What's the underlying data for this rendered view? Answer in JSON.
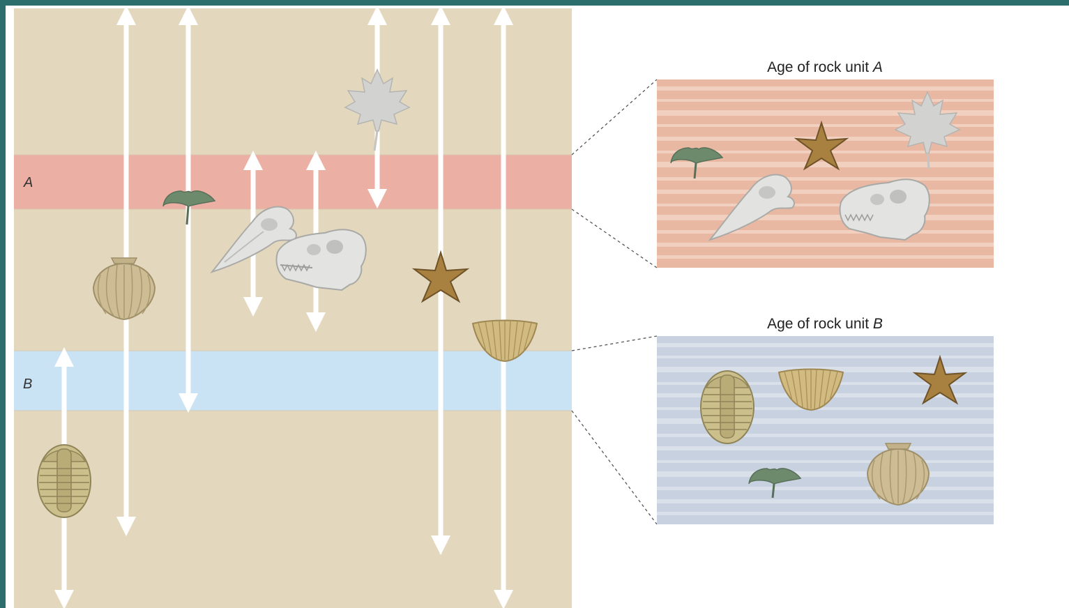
{
  "strata": {
    "label_a": "A",
    "label_b": "B"
  },
  "panels": {
    "a_title_prefix": "Age of rock unit ",
    "a_title_unit": "A",
    "b_title_prefix": "Age of rock unit ",
    "b_title_unit": "B"
  },
  "colors": {
    "rock_background": "#e3d8be",
    "band_a": "#ecafa4",
    "band_b": "#c9e2f4",
    "panel_a": "#e8b8a2",
    "panel_b": "#c8d1e0",
    "arrow": "#ffffff",
    "leaf": "#cfcfcf",
    "ginkgo": "#6e8a6c",
    "skull": "#e4e4e4",
    "starfish": "#a8803f",
    "shell": "#c9b88e",
    "brachiopod": "#d2bb80",
    "trilobite": "#cbbf8c"
  },
  "fossils": {
    "column_order": [
      "trilobite",
      "scallop-shell",
      "ginkgo-leaf",
      "bird-skull",
      "dinosaur-skull",
      "maple-leaf",
      "starfish",
      "brachiopod"
    ],
    "unit_a_contents": [
      "ginkgo-leaf",
      "starfish",
      "maple-leaf",
      "bird-skull",
      "dinosaur-skull"
    ],
    "unit_b_contents": [
      "trilobite",
      "brachiopod",
      "starfish",
      "ginkgo-leaf",
      "scallop-shell"
    ]
  }
}
